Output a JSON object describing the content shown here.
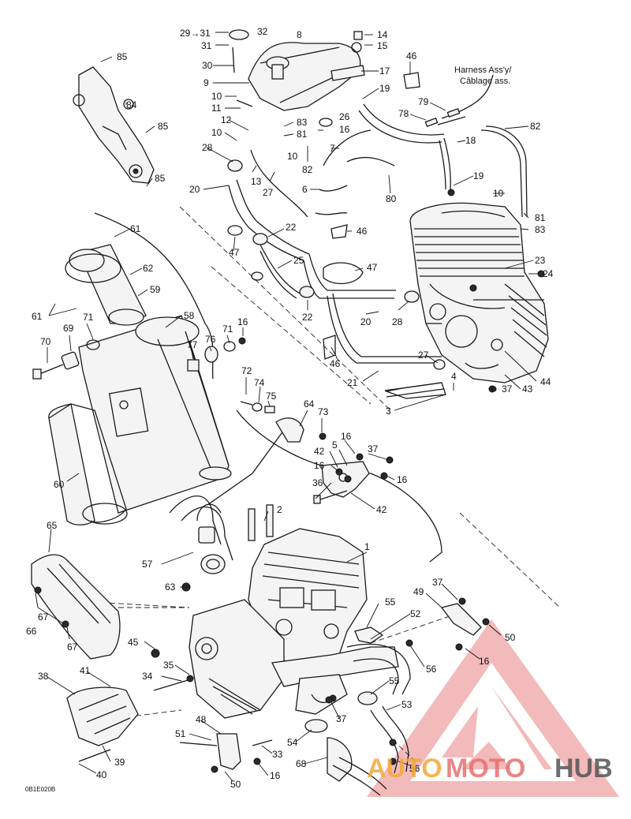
{
  "callouts": [
    "29→31",
    "31",
    "32",
    "8",
    "14",
    "15",
    "85",
    "30",
    "17",
    "46",
    "9",
    "19",
    "10",
    "11",
    "84",
    "85",
    "12",
    "83",
    "26",
    "81",
    "16",
    "10",
    "28",
    "13",
    "27",
    "10",
    "82",
    "7",
    "18",
    "20",
    "85",
    "6",
    "80",
    "79",
    "78",
    "82",
    "19",
    "10",
    "81",
    "83",
    "61",
    "62",
    "22",
    "46",
    "47",
    "25",
    "47",
    "59",
    "23",
    "24",
    "61",
    "70",
    "69",
    "71",
    "58",
    "77",
    "76",
    "71",
    "16",
    "22",
    "20",
    "28",
    "27",
    "46",
    "21",
    "44",
    "43",
    "37",
    "4",
    "3",
    "72",
    "74",
    "75",
    "64",
    "73",
    "16",
    "5",
    "37",
    "42",
    "16",
    "36",
    "16",
    "42",
    "2",
    "1",
    "60",
    "65",
    "57",
    "63",
    "55",
    "52",
    "49",
    "37",
    "50",
    "16",
    "56",
    "67",
    "66",
    "67",
    "45",
    "35",
    "34",
    "41",
    "38",
    "55",
    "53",
    "37",
    "51",
    "48",
    "54",
    "33",
    "68",
    "39",
    "40",
    "50",
    "16",
    "56"
  ],
  "notes": {
    "harness_line1": "Harness Ass'y/",
    "harness_line2": "Câblage ass.",
    "figure_ref": "0B1E020B"
  },
  "watermark": {
    "part1": "AUTO",
    "part2": "MOTO",
    "part3": "HUB",
    "colors": {
      "orange": "#f3a93b",
      "red": "#e97070",
      "gray": "#555555"
    }
  }
}
